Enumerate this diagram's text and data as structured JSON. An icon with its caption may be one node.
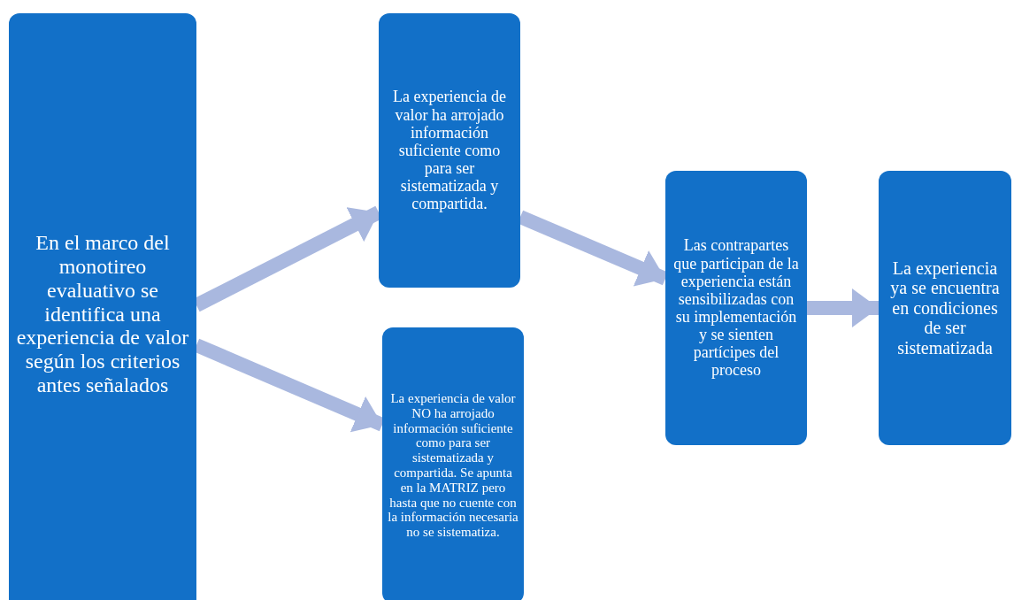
{
  "diagram": {
    "nodes": [
      {
        "text": [
          "En el marco del monotireo evaluativo se identifica una experiencia de valor según los criterios antes señalados"
        ]
      },
      {
        "text": [
          "La experiencia de valor ha arrojado información suficiente como para ser sistematizada y compartida."
        ]
      },
      {
        "text": [
          "La experiencia de valor NO ha arrojado información suficiente como para ser sistematizada y compartida. Se apunta en la MATRIZ pero hasta que no cuente con la información necesaria no se sistematiza."
        ]
      },
      {
        "text": [
          "Las contrapartes que participan de la experiencia están sensibilizadas con su implementación y se sienten partícipes del proceso"
        ]
      },
      {
        "text": [
          "La experiencia ya se encuentra en condiciones de ser sistematizada"
        ]
      }
    ],
    "edges": [
      {
        "from": 0,
        "to": 1,
        "arrow": "to"
      },
      {
        "from": 0,
        "to": 2,
        "arrow": "to"
      },
      {
        "from": 1,
        "to": 3,
        "arrow": "to"
      },
      {
        "from": 3,
        "to": 4,
        "arrow": "to"
      }
    ]
  }
}
